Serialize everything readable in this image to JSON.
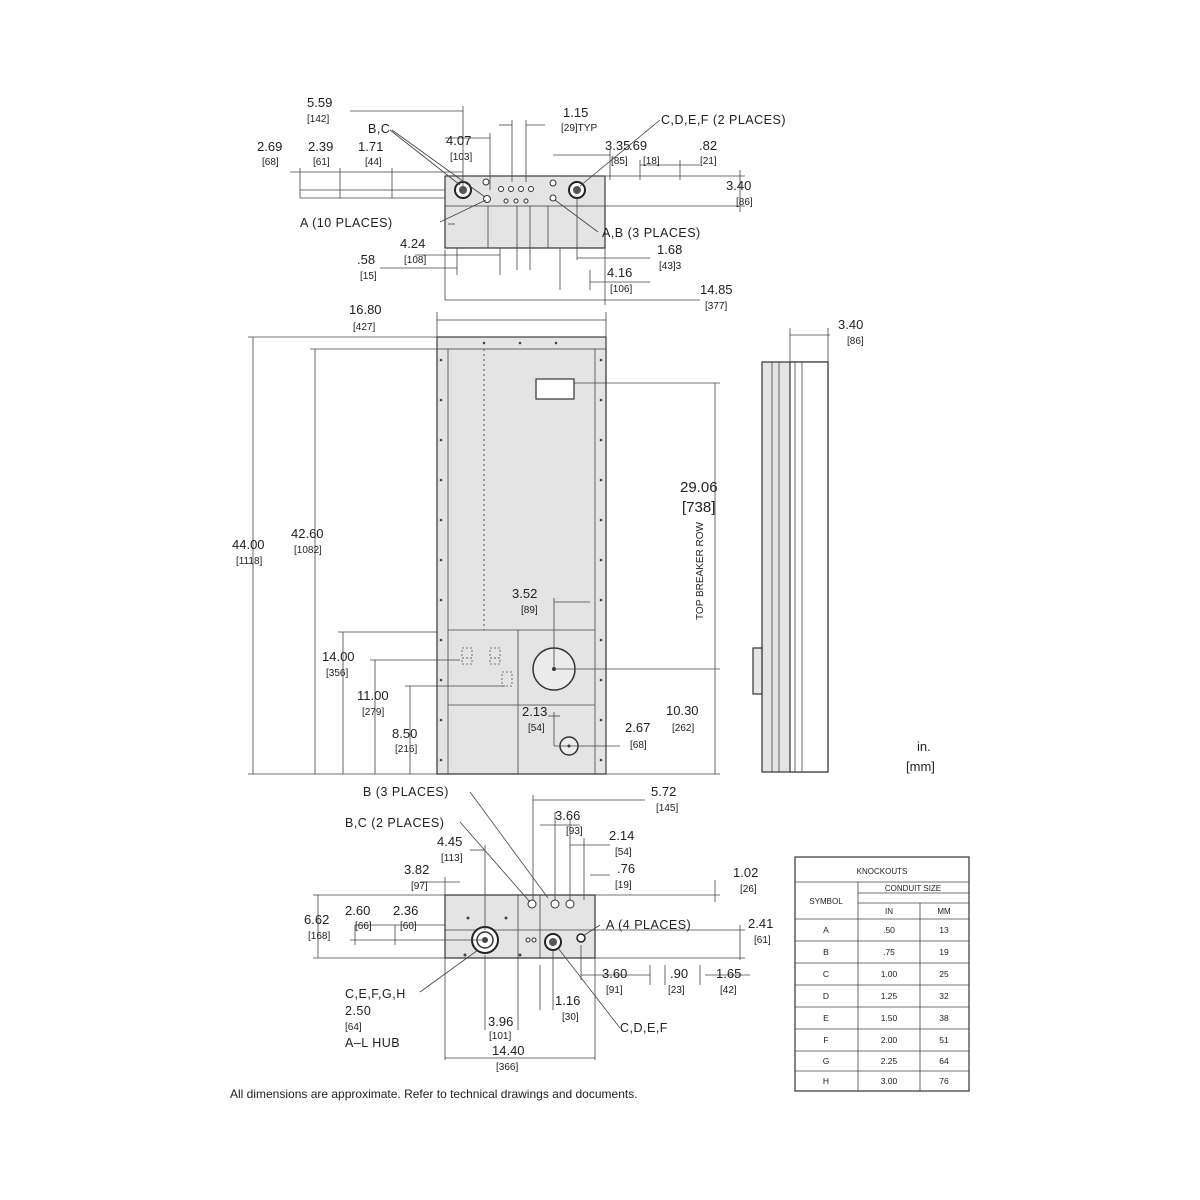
{
  "units": {
    "in": "in.",
    "mm": "[mm]"
  },
  "note": "All dimensions are approximate.  Refer to technical drawings and documents.",
  "top_view": {
    "dims": [
      {
        "in": "5.59",
        "mm": "[142]"
      },
      {
        "in": "4.07",
        "mm": "[103]"
      },
      {
        "in": "1.15",
        "mm": "[29]TYP"
      },
      {
        "in": "2.69",
        "mm": "[68]"
      },
      {
        "in": "2.39",
        "mm": "[61]"
      },
      {
        "in": "1.71",
        "mm": "[44]"
      },
      {
        "in": "3.35",
        "mm": "[85]"
      },
      {
        "in": ".69",
        "mm": "[18]"
      },
      {
        "in": ".82",
        "mm": "[21]"
      },
      {
        "in": "3.40",
        "mm": "[86]"
      },
      {
        "in": "4.24",
        "mm": "[108]"
      },
      {
        "in": ".58",
        "mm": "[15]"
      },
      {
        "in": "1.68",
        "mm": "[43]3"
      },
      {
        "in": "4.16",
        "mm": "[106]"
      },
      {
        "in": "14.85",
        "mm": "[377]"
      }
    ],
    "callouts": {
      "bc": "B,C",
      "cdef": "C,D,E,F  (2  PLACES)",
      "a10": "A  (10  PLACES)",
      "ab3": "A,B  (3  PLACES)"
    }
  },
  "front_view": {
    "dims": [
      {
        "in": "16.80",
        "mm": "[427]"
      },
      {
        "in": "44.00",
        "mm": "[1118]"
      },
      {
        "in": "42.60",
        "mm": "[1082]"
      },
      {
        "in": "29.06",
        "mm": "[738]"
      },
      {
        "in": "3.52",
        "mm": "[89]"
      },
      {
        "in": "14.00",
        "mm": "[356]"
      },
      {
        "in": "11.00",
        "mm": "[279]"
      },
      {
        "in": "8.50",
        "mm": "[216]"
      },
      {
        "in": "10.30",
        "mm": "[262]"
      },
      {
        "in": "2.13",
        "mm": "[54]"
      },
      {
        "in": "2.67",
        "mm": "[68]"
      }
    ],
    "rotated_label": "TOP BREAKER ROW"
  },
  "side_view": {
    "dims": [
      {
        "in": "3.40",
        "mm": "[86]"
      }
    ]
  },
  "bottom_view": {
    "dims": [
      {
        "in": "5.72",
        "mm": "[145]"
      },
      {
        "in": "3.66",
        "mm": "[93]"
      },
      {
        "in": "2.14",
        "mm": "[54]"
      },
      {
        "in": ".76",
        "mm": "[19]"
      },
      {
        "in": "4.45",
        "mm": "[113]"
      },
      {
        "in": "3.82",
        "mm": "[97]"
      },
      {
        "in": "1.02",
        "mm": "[26]"
      },
      {
        "in": "6.62",
        "mm": "[168]"
      },
      {
        "in": "2.60",
        "mm": "[66]"
      },
      {
        "in": "2.36",
        "mm": "[60]"
      },
      {
        "in": "2.41",
        "mm": "[61]"
      },
      {
        "in": "3.60",
        "mm": "[91]"
      },
      {
        "in": ".90",
        "mm": "[23]"
      },
      {
        "in": "1.65",
        "mm": "[42]"
      },
      {
        "in": "1.16",
        "mm": "[30]"
      },
      {
        "in": "3.96",
        "mm": "[101]"
      },
      {
        "in": "14.40",
        "mm": "[366]"
      }
    ],
    "callouts": {
      "b3": "B  (3  PLACES)",
      "bc2": "B,C  (2  PLACES)",
      "a4": "A  (4  PLACES)",
      "cefgh": "C,E,F,G,H",
      "hub_in": "2.50",
      "hub_mm": "[64]",
      "hub": "A–L  HUB",
      "cdef": "C,D,E,F"
    }
  },
  "knockouts": {
    "title": "KNOCKOUTS",
    "conduit_size": "CONDUIT  SIZE",
    "symbol": "SYMBOL",
    "col_in": "IN",
    "col_mm": "MM",
    "rows": [
      [
        "A",
        ".50",
        "13"
      ],
      [
        "B",
        ".75",
        "19"
      ],
      [
        "C",
        "1.00",
        "25"
      ],
      [
        "D",
        "1.25",
        "32"
      ],
      [
        "E",
        "1.50",
        "38"
      ],
      [
        "F",
        "2.00",
        "51"
      ],
      [
        "G",
        "2.25",
        "64"
      ],
      [
        "H",
        "3.00",
        "76"
      ]
    ]
  }
}
